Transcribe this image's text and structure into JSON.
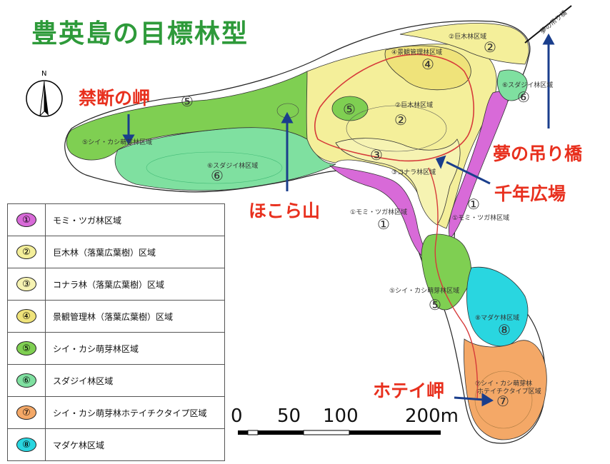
{
  "title": "豊英島の目標林型",
  "compass": {
    "label": "N"
  },
  "place_labels": {
    "kindan": "禁断の岬",
    "hokora": "ほこら山",
    "yume": "夢の吊り橋",
    "sennen": "千年広場",
    "hotei": "ホテイ岬"
  },
  "zones": [
    {
      "num": "①",
      "name": "モミ・ツガ林区域",
      "color": "#d86ad8"
    },
    {
      "num": "②",
      "name": "巨木林（落葉広葉樹）区域",
      "color": "#f4ef9a"
    },
    {
      "num": "③",
      "name": "コナラ林（落葉広葉樹）区域",
      "color": "#f6f3b2"
    },
    {
      "num": "④",
      "name": "景観管理林（落葉広葉樹）区域",
      "color": "#efe37a"
    },
    {
      "num": "⑤",
      "name": "シイ・カシ萌芽林区域",
      "color": "#7fcf52"
    },
    {
      "num": "⑥",
      "name": "スダジイ林区域",
      "color": "#7fe0a0"
    },
    {
      "num": "⑦",
      "name": "シイ・カシ萌芽林ホテイチクタイプ区域",
      "color": "#f4a867"
    },
    {
      "num": "⑧",
      "name": "マダケ林区域",
      "color": "#29d6e0"
    }
  ],
  "map_labels": {
    "z2_top": "②巨木林区域",
    "z4": "④景観管理林区域",
    "z2_mid": "②巨木林区域",
    "z6_right": "⑥スダジイ林区域",
    "z6_left": "⑥スダジイ林区域",
    "z5_left": "⑤シイ・カシ萌芽林区域",
    "z3": "③コナラ林区域",
    "z1_left": "①モミ・ツガ林区域",
    "z1_right": "①モミ・ツガ林区域",
    "z5_low": "⑤シイ・カシ萌芽林区域",
    "z8": "⑧マダケ林区域",
    "z7a": "⑦シイ・カシ萌芽林",
    "z7b": "ホテイチクタイプ区域",
    "bridge": "夢の吊り橋"
  },
  "map_nums": {
    "n2a": "②",
    "n4": "④",
    "n5a": "⑤",
    "n2b": "②",
    "n3": "③",
    "n6a": "⑥",
    "n6b": "⑥",
    "n5b": "⑤",
    "n1a": "①",
    "n1b": "①",
    "n5c": "⑤",
    "n8": "⑧",
    "n7": "⑦"
  },
  "scale": {
    "s0": "0",
    "s50": "50",
    "s100": "100",
    "s200": "200m"
  }
}
